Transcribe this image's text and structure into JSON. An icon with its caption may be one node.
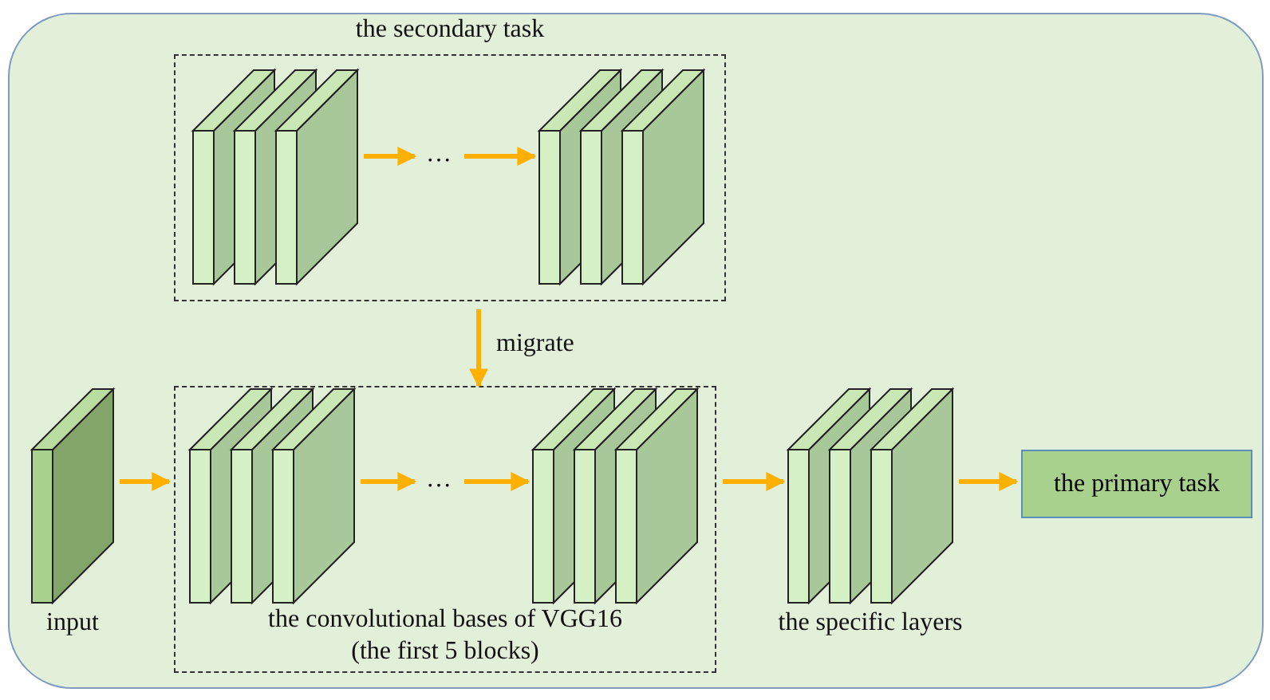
{
  "diagram": {
    "nodes": [
      {
        "text": [],
        "shape": "box"
      },
      {
        "text": [
          "the secondary task"
        ],
        "in": 0
      },
      {
        "text": [],
        "shape": "picture",
        "in": 1
      },
      {
        "text": [
          "…"
        ],
        "in": 1
      },
      {
        "text": [],
        "shape": "picture",
        "in": 1
      },
      {
        "text": [],
        "shape": "box",
        "beside": [
          "input"
        ],
        "in": 0
      },
      {
        "text": [
          "the convolutional bases of VGG16 (the first 5 blocks)"
        ],
        "in": 0
      },
      {
        "text": [],
        "shape": "picture",
        "in": 6
      },
      {
        "text": [
          "…"
        ],
        "in": 6
      },
      {
        "text": [],
        "shape": "picture",
        "in": 6
      },
      {
        "text": [],
        "shape": "picture",
        "beside": [
          "the specific layers"
        ],
        "in": 0
      },
      {
        "text": [
          "the primary task"
        ],
        "in": 0
      }
    ],
    "edges": [
      {
        "from": 2,
        "to": 3,
        "arrow": "to"
      },
      {
        "from": 3,
        "to": 4,
        "arrow": "to"
      },
      {
        "from": 1,
        "to": 6,
        "arrow": "to",
        "label": "migrate"
      },
      {
        "from": 5,
        "to": 6,
        "arrow": "to"
      },
      {
        "from": 7,
        "to": 8,
        "arrow": "to"
      },
      {
        "from": 8,
        "to": 9,
        "arrow": "to"
      },
      {
        "from": 6,
        "to": 10,
        "arrow": "to"
      },
      {
        "from": 10,
        "to": 11,
        "arrow": "to"
      }
    ]
  }
}
